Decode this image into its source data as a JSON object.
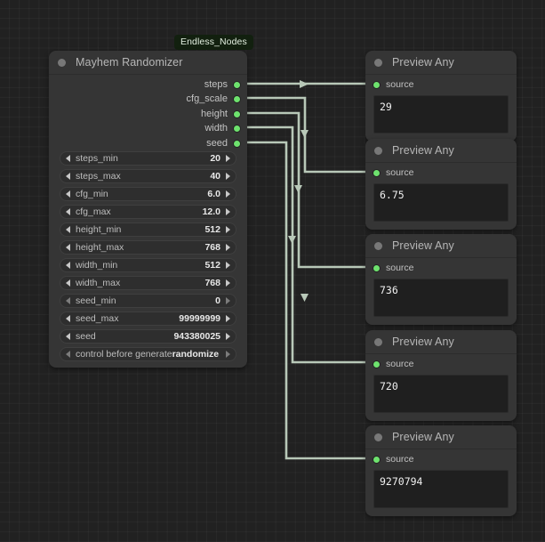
{
  "canvas": {
    "background_color": "#212121",
    "grid_color": "#2a2a2a",
    "link_color": "#b8c8b8"
  },
  "randomizer_node": {
    "badge": "Endless_Nodes",
    "title": "Mayhem Randomizer",
    "collapse_icon": "collapse-dot-icon",
    "outputs": [
      {
        "label": "steps"
      },
      {
        "label": "cfg_scale"
      },
      {
        "label": "height"
      },
      {
        "label": "width"
      },
      {
        "label": "seed"
      }
    ],
    "widgets": [
      {
        "name": "steps_min",
        "value": "20",
        "type": "number",
        "dim": false
      },
      {
        "name": "steps_max",
        "value": "40",
        "type": "number",
        "dim": false
      },
      {
        "name": "cfg_min",
        "value": "6.0",
        "type": "number",
        "dim": false
      },
      {
        "name": "cfg_max",
        "value": "12.0",
        "type": "number",
        "dim": false
      },
      {
        "name": "height_min",
        "value": "512",
        "type": "number",
        "dim": false
      },
      {
        "name": "height_max",
        "value": "768",
        "type": "number",
        "dim": false
      },
      {
        "name": "width_min",
        "value": "512",
        "type": "number",
        "dim": false
      },
      {
        "name": "width_max",
        "value": "768",
        "type": "number",
        "dim": false
      },
      {
        "name": "seed_min",
        "value": "0",
        "type": "number",
        "dim": true
      },
      {
        "name": "seed_max",
        "value": "99999999",
        "type": "number",
        "dim": false
      },
      {
        "name": "seed",
        "value": "943380025",
        "type": "number",
        "dim": false
      },
      {
        "name": "control before generate",
        "value": "randomize",
        "type": "combo",
        "dim": true
      }
    ]
  },
  "preview_nodes": [
    {
      "title": "Preview Any",
      "input_label": "source",
      "value": "29"
    },
    {
      "title": "Preview Any",
      "input_label": "source",
      "value": "6.75"
    },
    {
      "title": "Preview Any",
      "input_label": "source",
      "value": "736"
    },
    {
      "title": "Preview Any",
      "input_label": "source",
      "value": "720"
    },
    {
      "title": "Preview Any",
      "input_label": "source",
      "value": "9270794"
    }
  ]
}
